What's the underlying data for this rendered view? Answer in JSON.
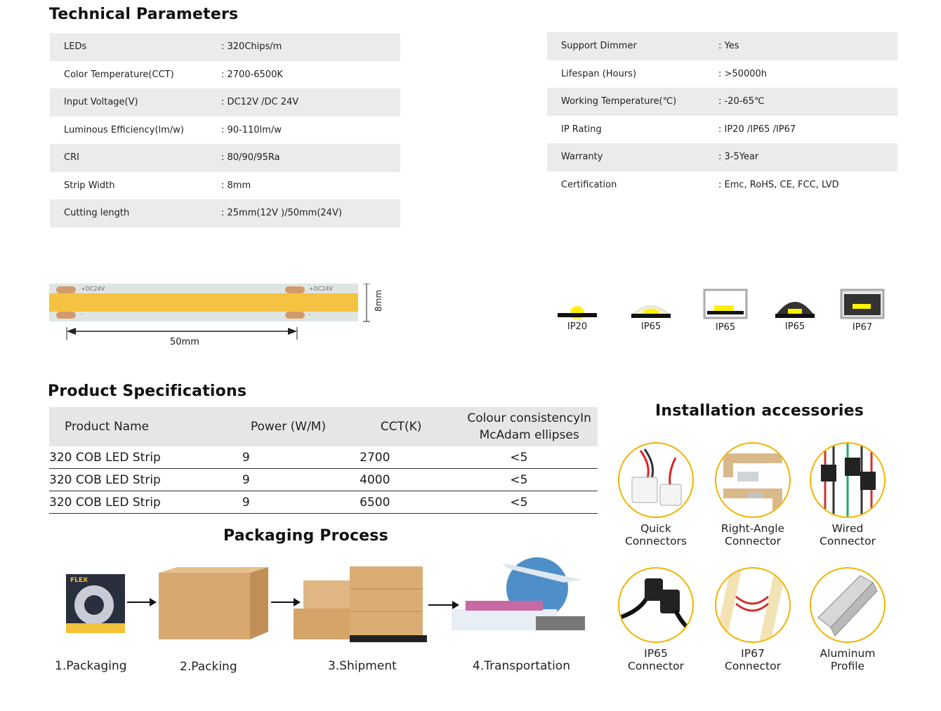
{
  "technical": {
    "title": "Technical Parameters",
    "left": [
      {
        "label": "LEDs",
        "value": ": 320Chips/m"
      },
      {
        "label": "Color Temperature(CCT)",
        "value": ": 2700-6500K"
      },
      {
        "label": "Input Voltage(V)",
        "value": ": DC12V /DC 24V"
      },
      {
        "label": "Luminous Efficiency(lm/w)",
        "value": ": 90-110lm/w"
      },
      {
        "label": "CRI",
        "value": ": 80/90/95Ra"
      },
      {
        "label": "Strip Width",
        "value": ": 8mm"
      },
      {
        "label": "Cutting length",
        "value": ": 25mm(12V )/50mm(24V)"
      }
    ],
    "right": [
      {
        "label": "Support Dimmer",
        "value": ": Yes"
      },
      {
        "label": "Lifespan (Hours)",
        "value": ": >50000h"
      },
      {
        "label": "Working Temperature(℃)",
        "value": ": -20-65℃"
      },
      {
        "label": "IP Rating",
        "value": ": IP20 /IP65 /IP67"
      },
      {
        "label": "Warranty",
        "value": ": 3-5Year"
      },
      {
        "label": "Certification",
        "value": ": Emc, RoHS, CE, FCC, LVD"
      }
    ]
  },
  "strip": {
    "pad_label": "+DC24V",
    "minus_label": "-",
    "width_label": "8mm",
    "length_label": "50mm"
  },
  "ip_ratings": [
    "IP20",
    "IP65",
    "IP65",
    "IP65",
    "IP67"
  ],
  "specs": {
    "title": "Product Specifications",
    "headers": [
      "Product Name",
      "Power (W/M)",
      "CCT(K)",
      "Colour consistencyIn McAdam ellipses"
    ],
    "rows": [
      [
        "320 COB LED Strip",
        "9",
        "2700",
        "<5"
      ],
      [
        "320 COB LED Strip",
        "9",
        "4000",
        "<5"
      ],
      [
        "320 COB LED Strip",
        "9",
        "6500",
        "<5"
      ]
    ]
  },
  "accessories": {
    "title": "Installation accessories",
    "items": [
      {
        "line1": "Quick",
        "line2": "Connectors",
        "icon": "quick-connector-icon"
      },
      {
        "line1": "Right-Angle",
        "line2": "Connector",
        "icon": "right-angle-connector-icon"
      },
      {
        "line1": "Wired",
        "line2": "Connector",
        "icon": "wired-connector-icon"
      },
      {
        "line1": "IP65",
        "line2": "Connector",
        "icon": "ip65-connector-icon"
      },
      {
        "line1": "IP67",
        "line2": "Connector",
        "icon": "ip67-connector-icon"
      },
      {
        "line1": "Aluminum",
        "line2": "Profile",
        "icon": "aluminum-profile-icon"
      }
    ]
  },
  "packaging": {
    "title": "Packaging Process",
    "steps": [
      "1.Packaging",
      "2.Packing",
      "3.Shipment",
      "4.Transportation"
    ],
    "reel_label": "FLEX"
  },
  "colors": {
    "led_yellow": "#f5c242",
    "accessory_ring": "#f0b400",
    "row_shade": "#ebebeb",
    "header_shade": "#e6e6e6"
  }
}
